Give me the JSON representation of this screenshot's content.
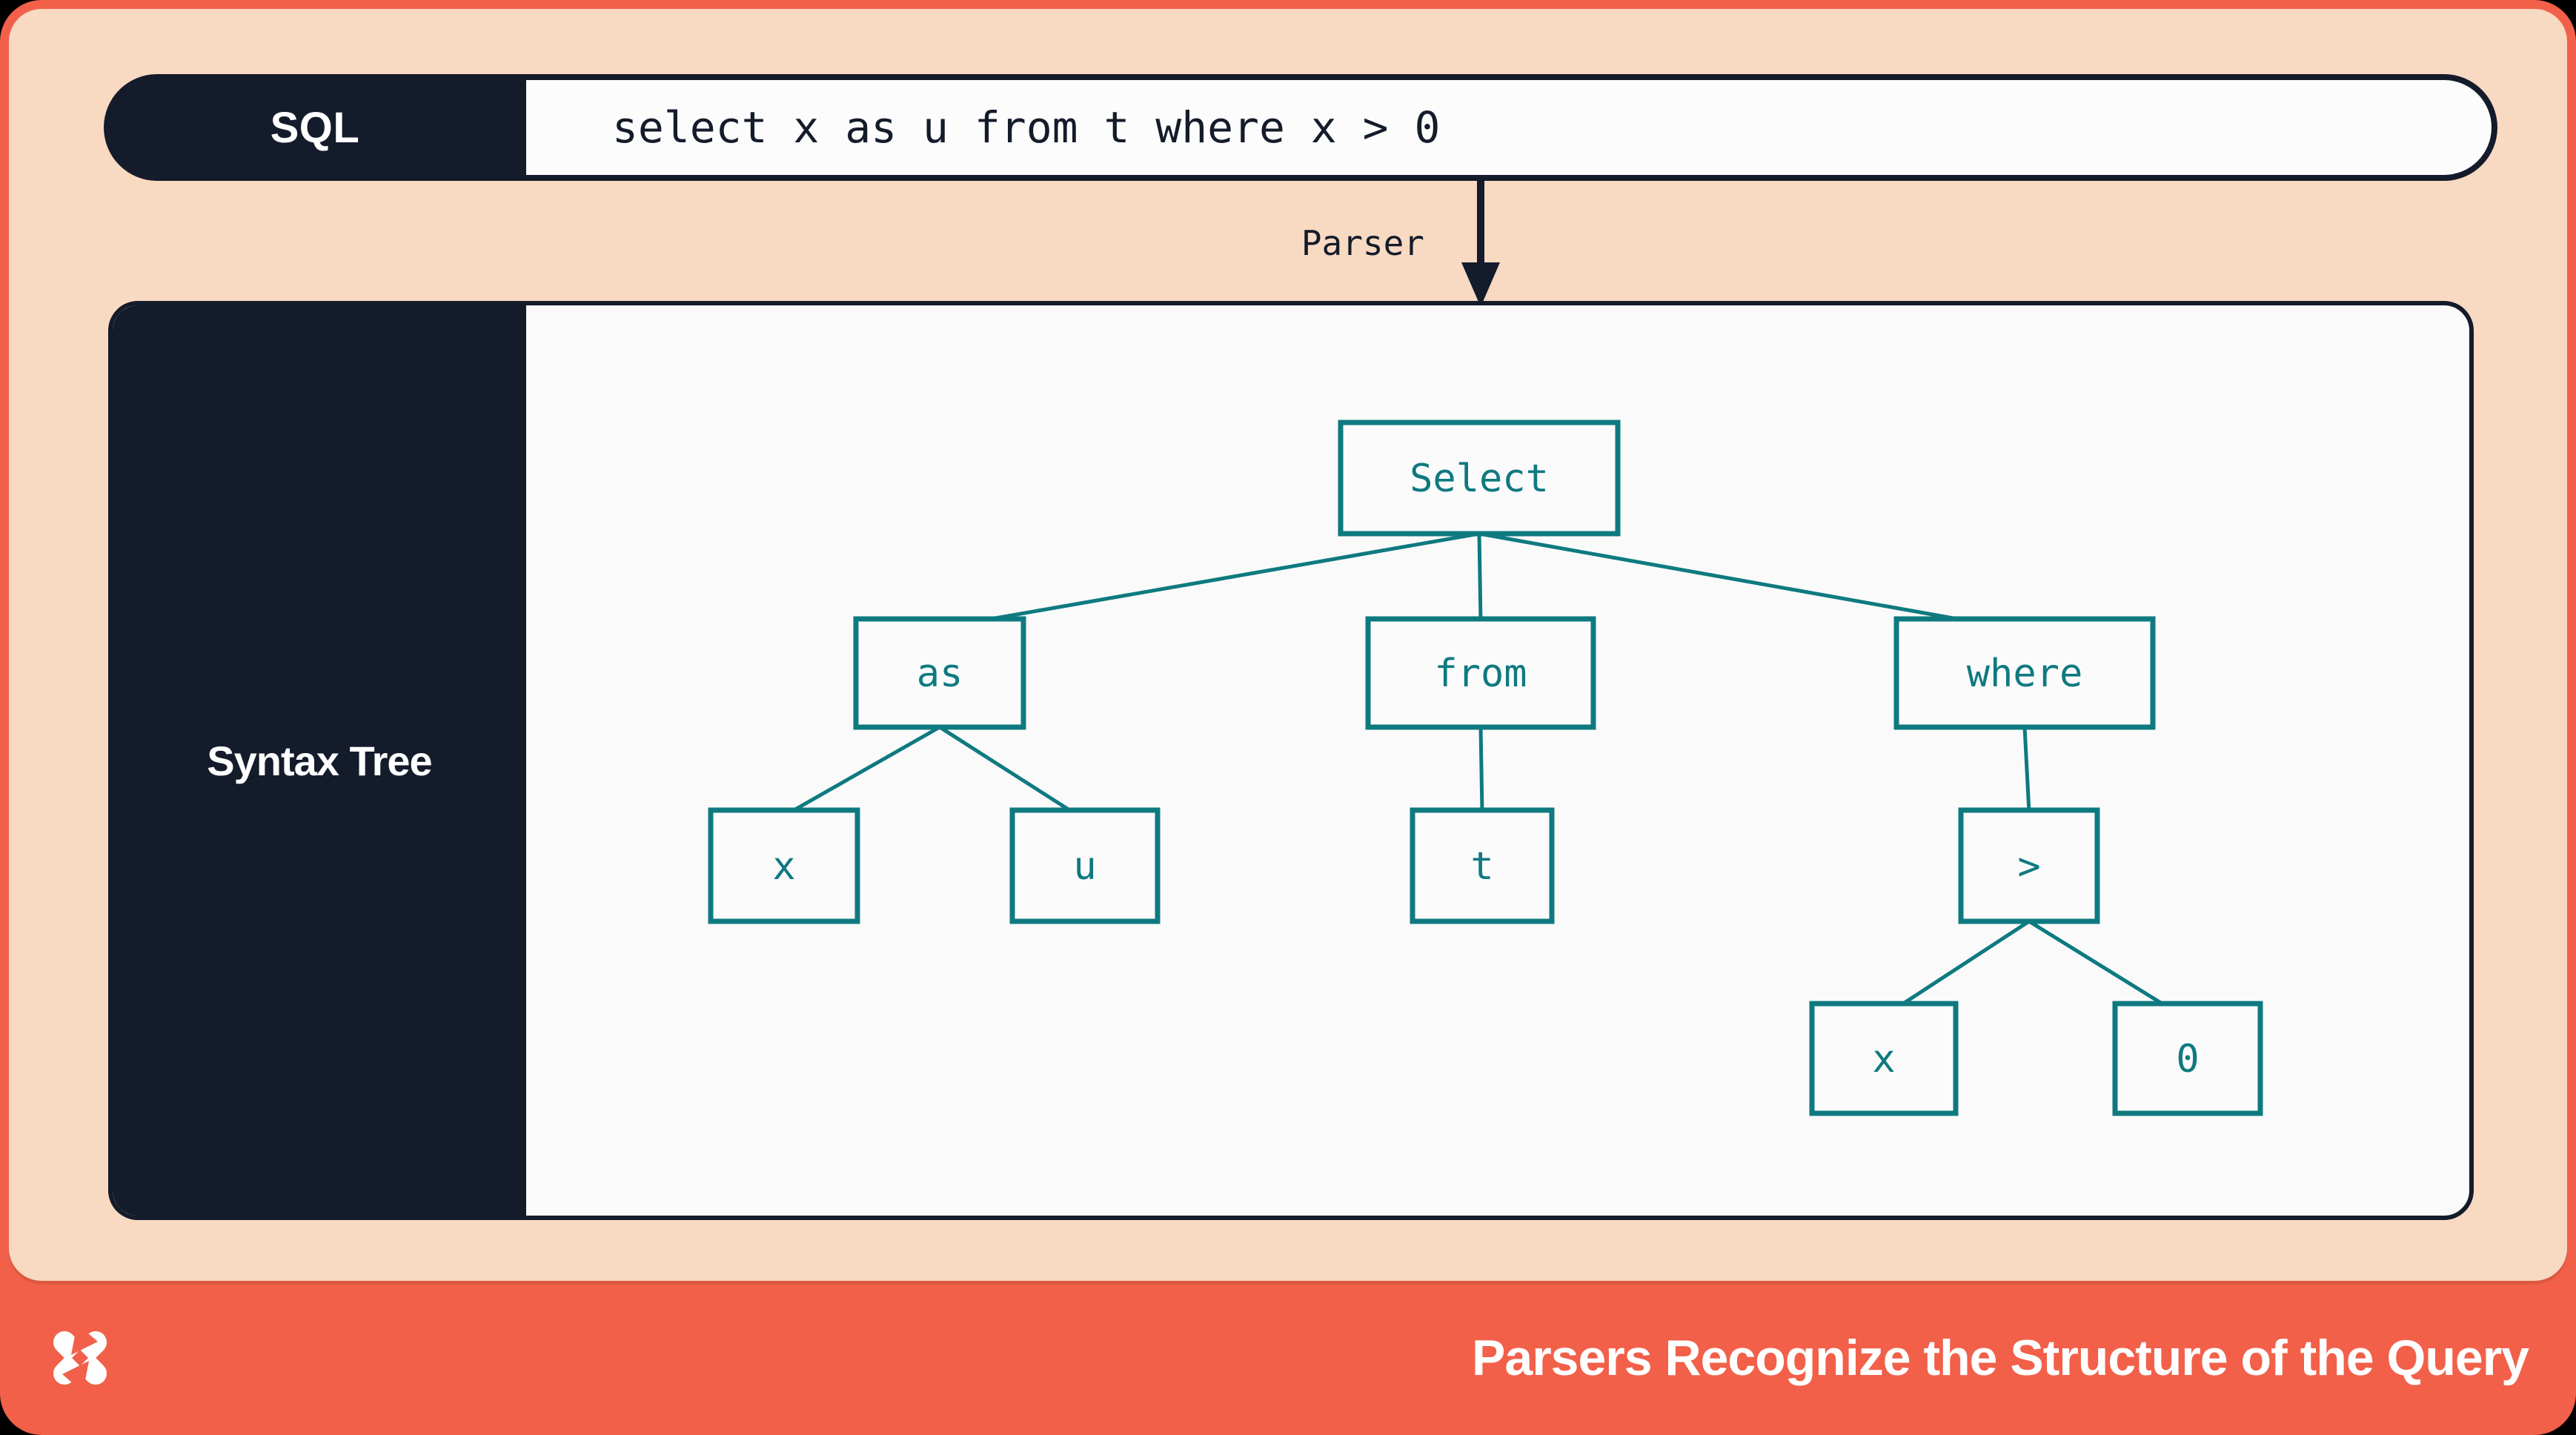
{
  "sql_bar": {
    "label": "SQL",
    "query": "select x as u from t where x > 0"
  },
  "parser": {
    "label": "Parser"
  },
  "panel": {
    "label": "Syntax Tree"
  },
  "syntax_tree": {
    "label": "Select",
    "children": [
      {
        "label": "as",
        "children": [
          {
            "label": "x"
          },
          {
            "label": "u"
          }
        ]
      },
      {
        "label": "from",
        "children": [
          {
            "label": "t"
          }
        ]
      },
      {
        "label": "where",
        "children": [
          {
            "label": ">",
            "children": [
              {
                "label": "x"
              },
              {
                "label": "0"
              }
            ]
          }
        ]
      }
    ]
  },
  "footer": {
    "title": "Parsers Recognize the Structure of the Query",
    "logo": "dolt-x-logo"
  },
  "colors": {
    "accent_orange": "#F2604A",
    "peach_background": "#F8D9C2",
    "navy": "#141B2A",
    "teal": "#0E7A80",
    "paper": "#FAFAFB"
  }
}
